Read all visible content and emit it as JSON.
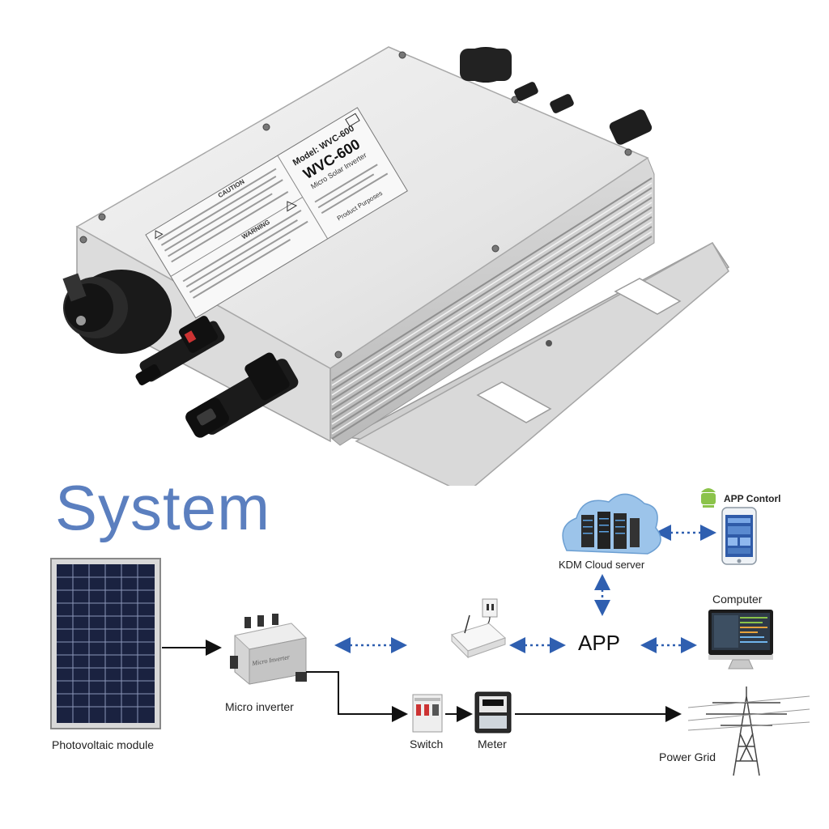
{
  "product": {
    "label_model": "Model: WVC-600",
    "label_name": "WVC-600",
    "label_sub": "Micro Solar Inverter",
    "label_warning": "WARNING",
    "label_caution": "CAUTION",
    "label_purposes": "Product Purposes"
  },
  "system": {
    "title": "System",
    "labels": {
      "pv": "Photovoltaic module",
      "inverter": "Micro inverter",
      "switch": "Switch",
      "meter": "Meter",
      "grid": "Power Grid",
      "cloud": "KDM Cloud server",
      "app_control": "APP Contorl",
      "computer": "Computer",
      "app": "APP"
    },
    "inverter_small_label": "Micro Inverter"
  },
  "colors": {
    "title_blue": "#5b7fbf",
    "dash_blue": "#2f5fb0",
    "arrow_black": "#111111",
    "cloud_blue": "#7fb2e3"
  }
}
